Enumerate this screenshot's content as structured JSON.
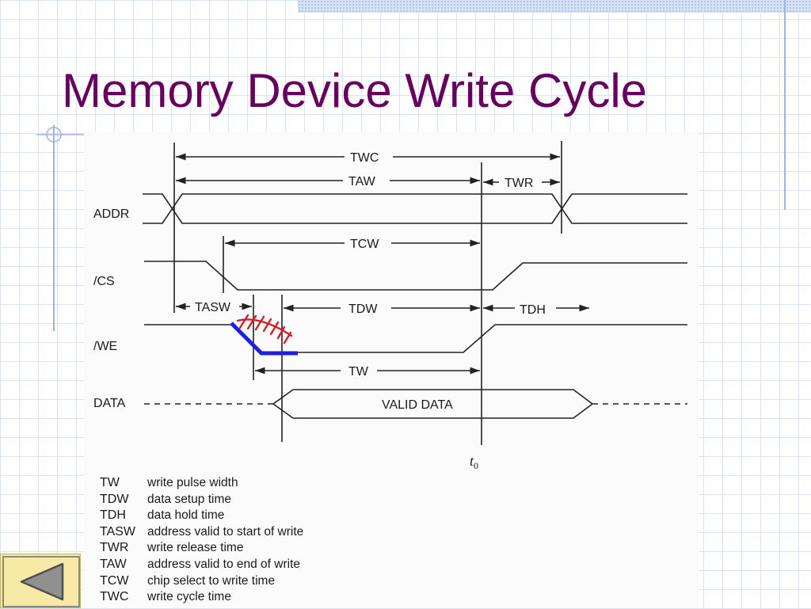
{
  "slide": {
    "title": "Memory Device Write Cycle"
  },
  "diagram": {
    "signals": {
      "addr": "ADDR",
      "cs": "/CS",
      "we": "/WE",
      "data": "DATA"
    },
    "intervals": {
      "twc": "TWC",
      "taw": "TAW",
      "twr": "TWR",
      "tcw": "TCW",
      "tasw": "TASW",
      "tdw": "TDW",
      "tdh": "TDH",
      "tw": "TW"
    },
    "valid_data": "VALID DATA",
    "t0": "t",
    "t0_sub": "0"
  },
  "legend": [
    {
      "abbr": "TW",
      "desc": "write pulse width"
    },
    {
      "abbr": "TDW",
      "desc": "data setup time"
    },
    {
      "abbr": "TDH",
      "desc": "data hold time"
    },
    {
      "abbr": "TASW",
      "desc": "address valid to start of write"
    },
    {
      "abbr": "TWR",
      "desc": "write release time"
    },
    {
      "abbr": "TAW",
      "desc": "address valid to end of write"
    },
    {
      "abbr": "TCW",
      "desc": "chip select to write time"
    },
    {
      "abbr": "TWC",
      "desc": "write cycle time"
    }
  ],
  "colors": {
    "title": "#66005f",
    "highlight_blue": "#1f1fe0",
    "highlight_red": "#d0202a",
    "nav_button": "#f7e9a6"
  },
  "nav": {
    "back_icon": "triangle-left-icon"
  }
}
